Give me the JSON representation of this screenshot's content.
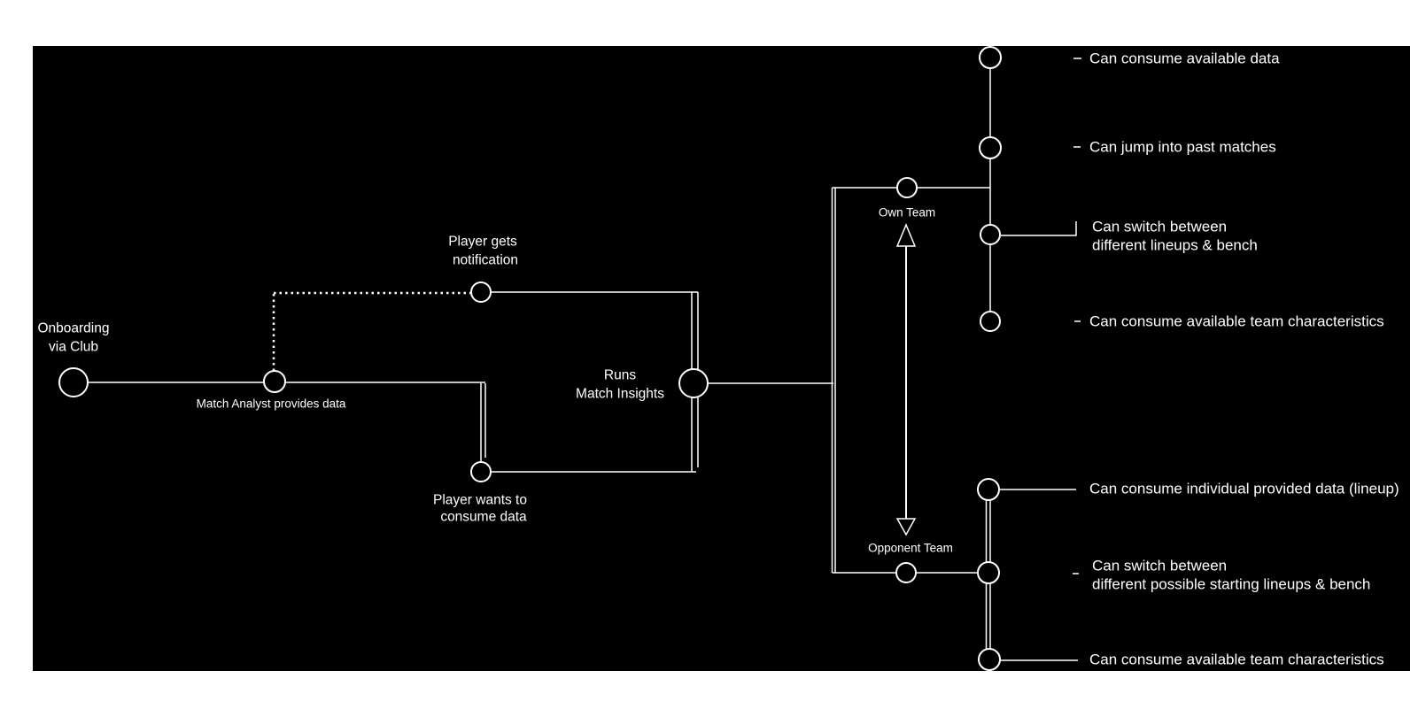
{
  "colors": {
    "page_bg": "#ffffff",
    "canvas_bg": "#000000",
    "stroke": "#ffffff",
    "text": "#ffffff"
  },
  "nodes": {
    "onboarding": {
      "line1": "Onboarding",
      "line2": "via Club"
    },
    "match_analyst": {
      "label": "Match Analyst provides data"
    },
    "player_notification": {
      "line1": "Player gets",
      "line2": "notification"
    },
    "player_consume": {
      "line1": "Player wants to",
      "line2": "consume data"
    },
    "runs_match_insights": {
      "line1": "Runs",
      "line2": "Match Insights"
    },
    "own_team": {
      "label": "Own Team"
    },
    "opponent_team": {
      "label": "Opponent Team"
    }
  },
  "outcomes_top": [
    {
      "label": "Can consume available data"
    },
    {
      "label": "Can jump into past matches"
    },
    {
      "line1": "Can switch between",
      "line2": "different lineups & bench"
    },
    {
      "label": "Can consume available team characteristics"
    }
  ],
  "outcomes_bottom": [
    {
      "label": "Can consume individual provided data (lineup)"
    },
    {
      "line1": "Can switch between",
      "line2": "different possible starting  lineups & bench"
    },
    {
      "label": "Can consume available team characteristics"
    }
  ]
}
